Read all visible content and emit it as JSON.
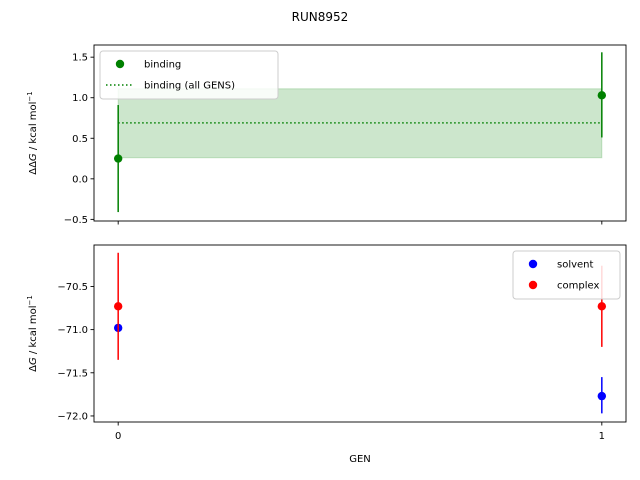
{
  "title": "RUN8952",
  "chart_data": [
    {
      "type": "scatter",
      "ylabel_prefix": "ΔΔ",
      "ylabel_var": "G",
      "ylabel_unit": " / kcal mol",
      "ylabel_sup": "−1",
      "xlabel": "",
      "xlim": [
        -0.05,
        1.05
      ],
      "ylim": [
        -0.52,
        1.65
      ],
      "yticks": [
        -0.5,
        0.0,
        0.5,
        1.0,
        1.5
      ],
      "ytick_labels": [
        "−0.5",
        "0.0",
        "0.5",
        "1.0",
        "1.5"
      ],
      "xticks": [
        0,
        1
      ],
      "xtick_labels": [
        "",
        ""
      ],
      "legend_position": "upper left",
      "series": [
        {
          "name": "binding",
          "color": "#008000",
          "x": [
            0,
            1
          ],
          "y": [
            0.25,
            1.03
          ],
          "yerr_low": [
            -0.41,
            0.51
          ],
          "yerr_high": [
            0.91,
            1.56
          ]
        }
      ],
      "reference": {
        "name": "binding (all GENS)",
        "color": "#008000",
        "value": 0.69,
        "band": [
          0.26,
          1.11
        ],
        "x_range": [
          0,
          1
        ]
      }
    },
    {
      "type": "scatter",
      "ylabel_prefix": "Δ",
      "ylabel_var": "G",
      "ylabel_unit": " / kcal mol",
      "ylabel_sup": "−1",
      "xlabel": "GEN",
      "xlim": [
        -0.05,
        1.05
      ],
      "ylim": [
        -72.07,
        -70.02
      ],
      "yticks": [
        -72.0,
        -71.5,
        -71.0,
        -70.5
      ],
      "ytick_labels": [
        "−72.0",
        "−71.5",
        "−71.0",
        "−70.5"
      ],
      "xticks": [
        0,
        1
      ],
      "xtick_labels": [
        "0",
        "1"
      ],
      "legend_position": "upper right",
      "series": [
        {
          "name": "solvent",
          "color": "#0000ff",
          "x": [
            0,
            1
          ],
          "y": [
            -70.98,
            -71.77
          ],
          "yerr_low": [
            -70.99,
            -71.97
          ],
          "yerr_high": [
            -70.97,
            -71.55
          ]
        },
        {
          "name": "complex",
          "color": "#ff0000",
          "x": [
            0,
            1
          ],
          "y": [
            -70.73,
            -70.73
          ],
          "yerr_low": [
            -71.35,
            -71.2
          ],
          "yerr_high": [
            -70.11,
            -70.26
          ]
        }
      ]
    }
  ]
}
